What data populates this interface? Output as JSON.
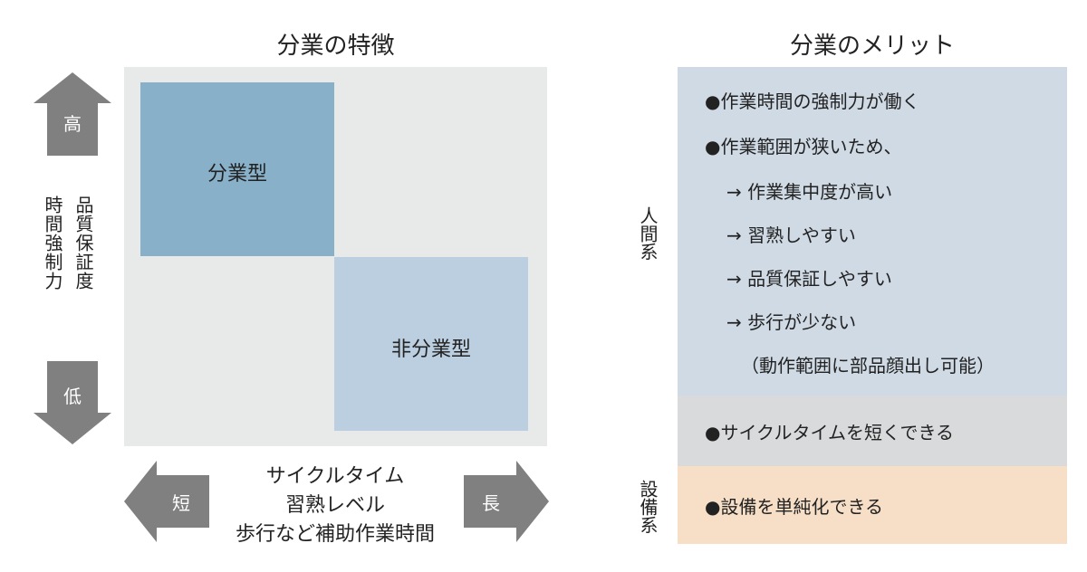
{
  "left": {
    "title": "分業の特徴",
    "dark_box_label": "分業型",
    "light_box_label": "非分業型",
    "up_arrow_label": "高",
    "down_arrow_label": "低",
    "left_arrow_label": "短",
    "right_arrow_label": "長",
    "y_label_quality": "品質保証度",
    "y_label_time": "時間強制力",
    "x_labels": [
      "サイクルタイム",
      "習熟レベル",
      "歩行など補助作業時間"
    ]
  },
  "right": {
    "title": "分業のメリット",
    "human_label": "人間系",
    "equip_label": "設備系",
    "human_items": [
      "●作業時間の強制力が働く",
      "●作業範囲が狭いため、",
      "→ 作業集中度が高い",
      "→ 習熟しやすい",
      "→ 品質保証しやすい",
      "→ 歩行が少ない",
      "（動作範囲に部品顔出し可能）"
    ],
    "cycle_item": "●サイクルタイムを短くできる",
    "equip_item": "●設備を単純化できる"
  },
  "colors": {
    "dark_box": "#89b0c9",
    "light_box": "#bccfe0",
    "matrix_bg": "#e8e9e9",
    "arrow": "#808080",
    "human_band": "#cfdae5",
    "cycle_band": "#d9dadb",
    "equip_band": "#f7dfc7"
  }
}
